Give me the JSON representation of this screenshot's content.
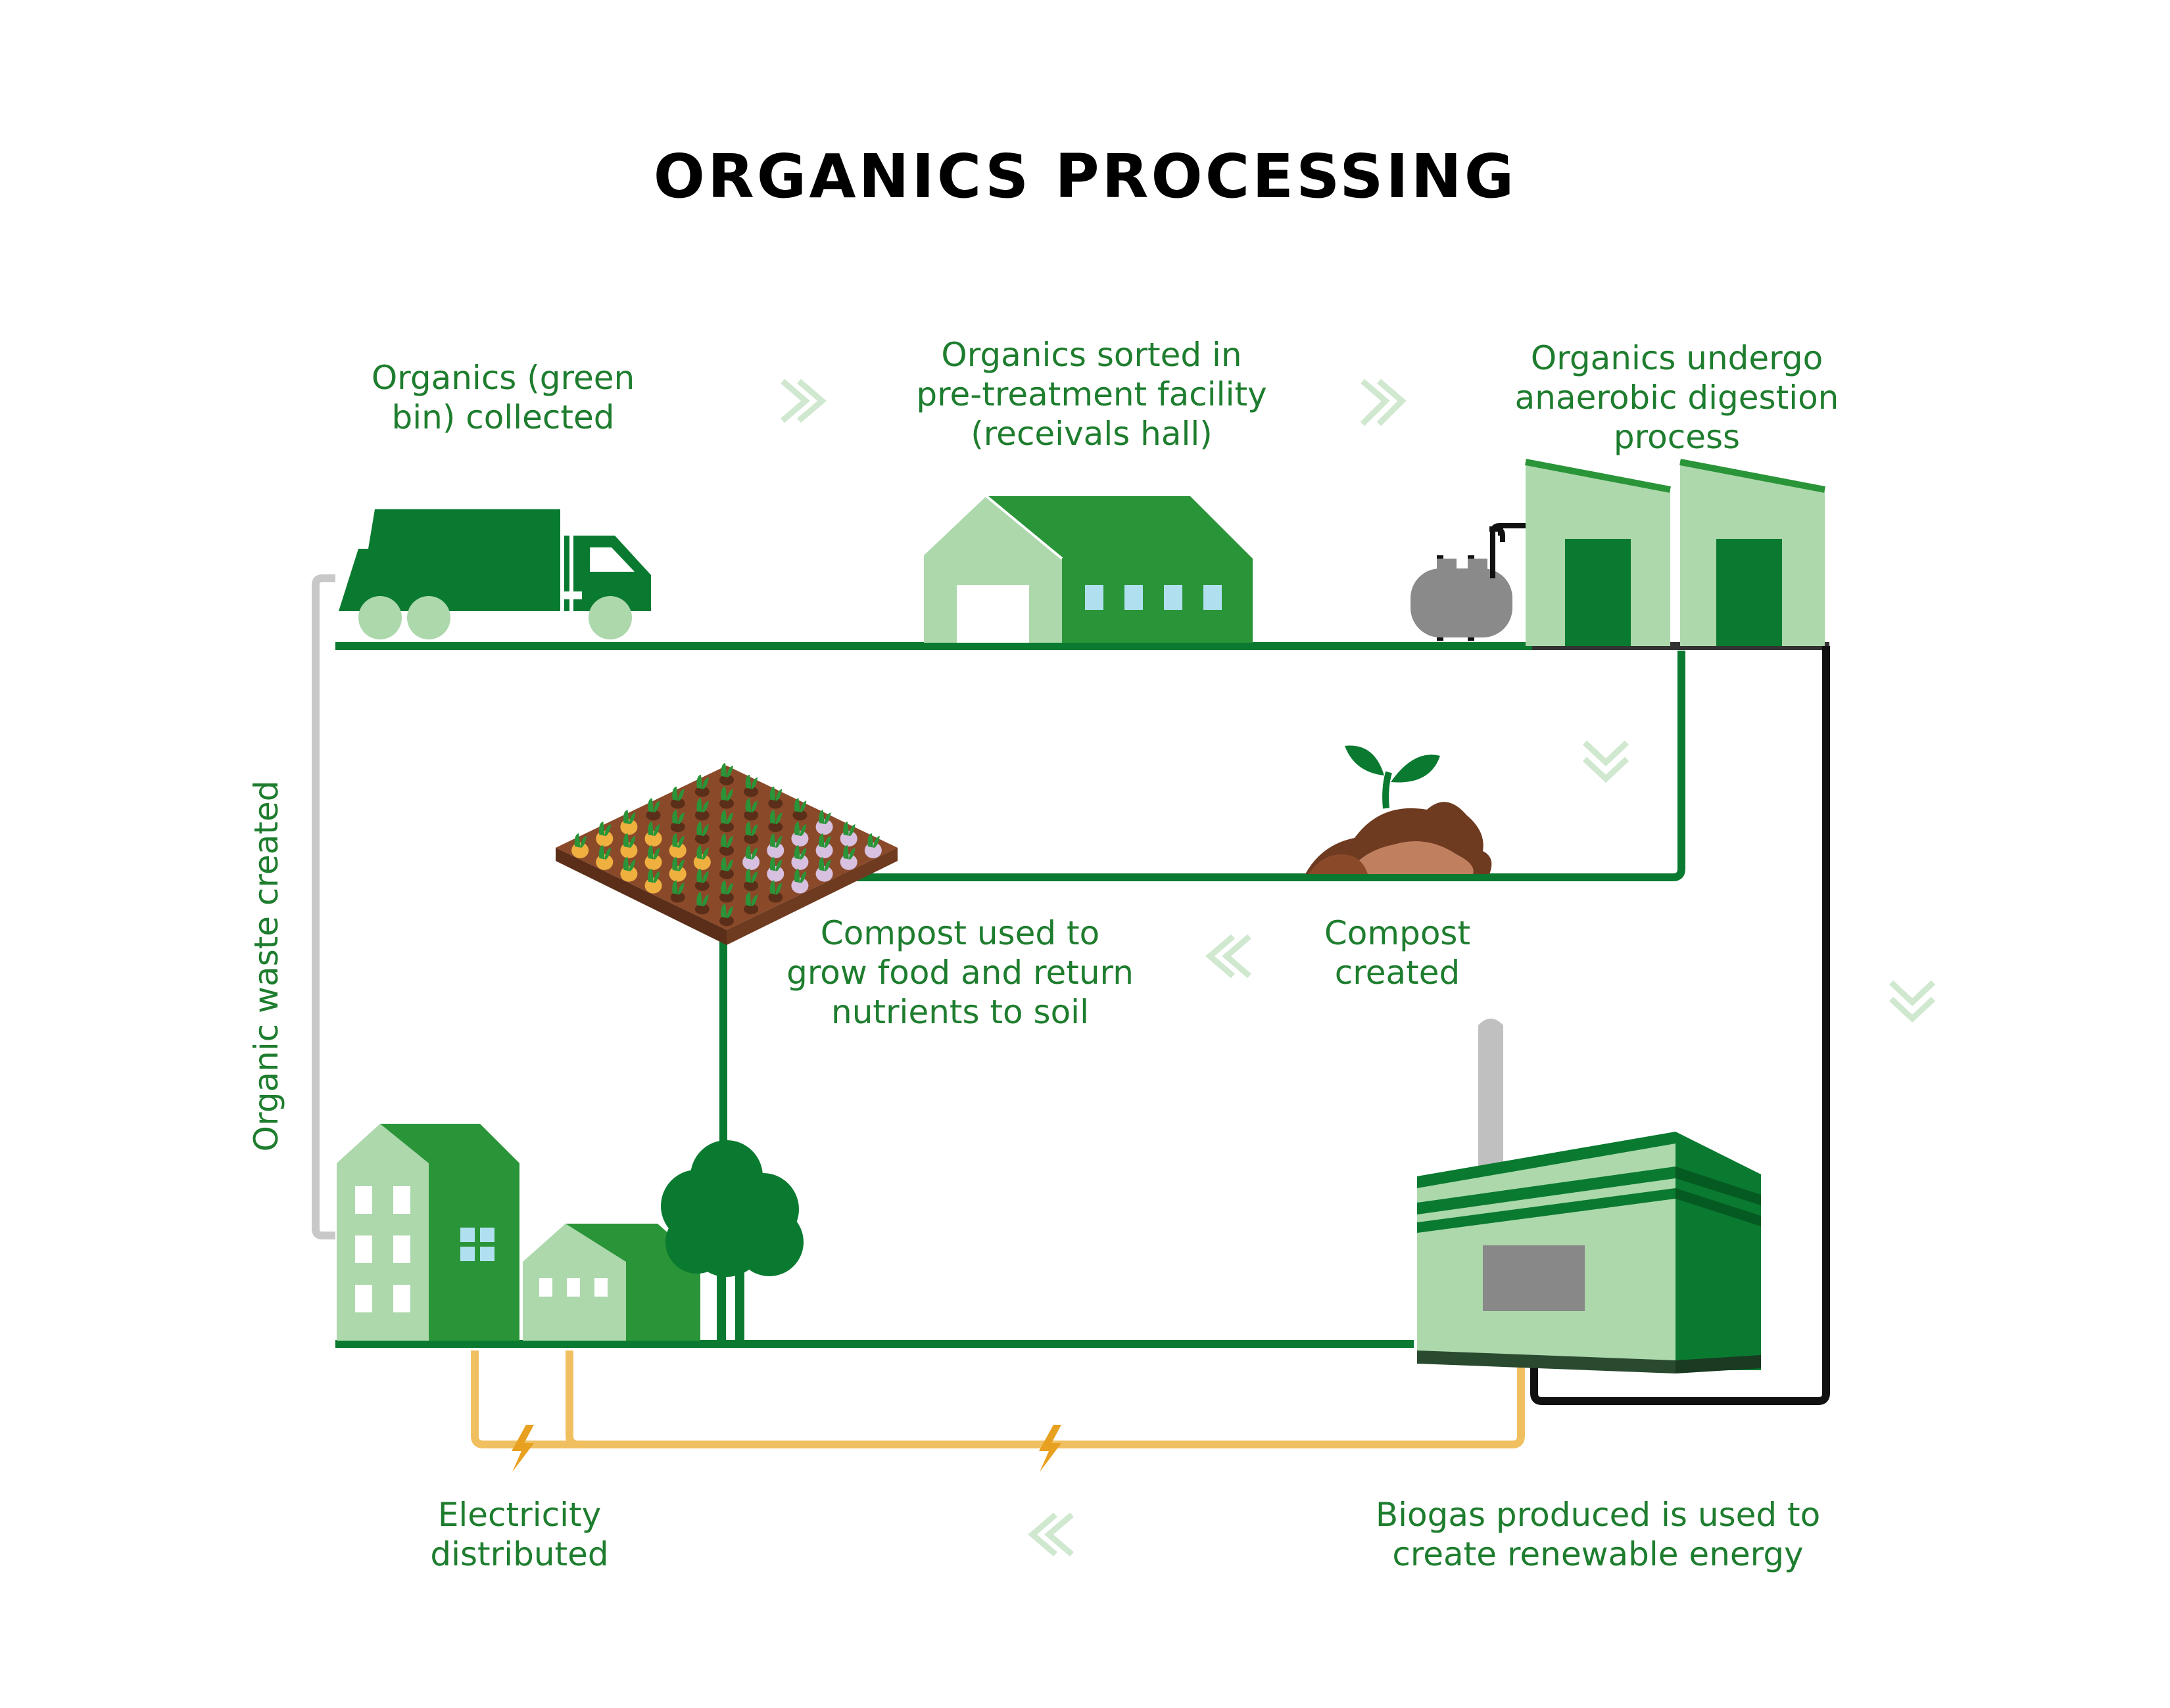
{
  "title": "ORGANICS PROCESSING",
  "steps": {
    "collected": "Organics (green\nbin) collected",
    "sorted": "Organics sorted in\npre-treatment facility\n(receivals hall)",
    "digestion": "Organics undergo\nanaerobic digestion\nprocess",
    "compost_created": "Compost\ncreated",
    "compost_used": "Compost used to\ngrow food and return\nnutrients to soil",
    "biogas": "Biogas produced is used to\ncreate renewable energy",
    "electricity": "Electricity\ndistributed",
    "waste_created": "Organic waste created"
  },
  "colors": {
    "dark_green": "#0a7a30",
    "mid_green": "#2a9438",
    "light_green": "#acd8ac",
    "text_green": "#1e7d2e",
    "chevron": "#cfe8cf",
    "electric_line": "#f0c060",
    "bolt": "#e8a020",
    "grey_line": "#c8c8c8",
    "black_line": "#111111"
  },
  "icons": [
    "garbage-truck-icon",
    "warehouse-icon",
    "gas-tank-icon",
    "digester-building-icon",
    "sprout-icon",
    "soil-mound-icon",
    "crop-field-icon",
    "apartment-icon",
    "house-icon",
    "tree-icon",
    "power-plant-icon",
    "lightning-bolt-icon",
    "chevron-icon"
  ]
}
